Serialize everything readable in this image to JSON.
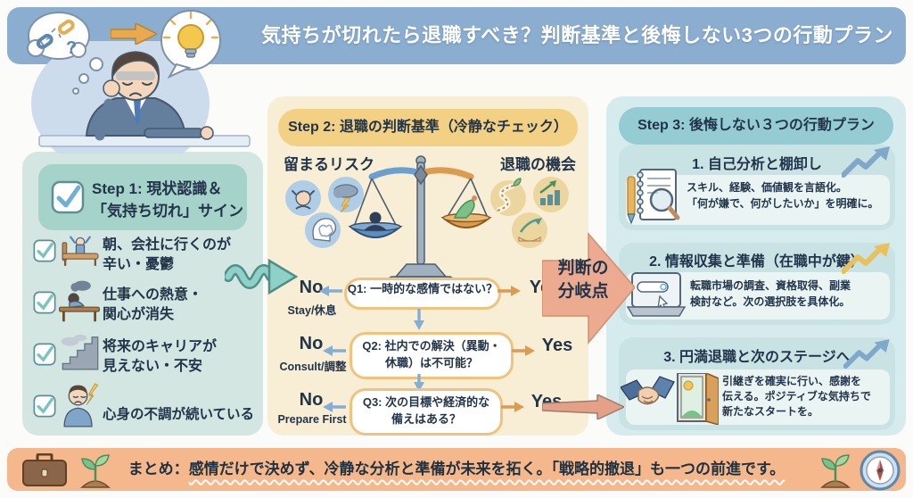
{
  "palette": {
    "header_blue": "#8badd0",
    "step1_panel": "#d3e6e1",
    "step1_pill": "#a5d2c9",
    "step2_panel": "#f8eed5",
    "step2_pill": "#f3d184",
    "step3_panel": "#d6ebee",
    "step3_pill": "#95ccd4",
    "footer_salmon": "#f4b88c",
    "branch_arrow": "#ecab91",
    "no_arrow_blue": "#84aed4",
    "yes_arrow_orange": "#dd9b50",
    "text_navy": "#22344a"
  },
  "header": {
    "title": "気持ちが切れたら退職すべき？判断基準と後悔しない3つの行動プラン",
    "icons": [
      "broken-chain-thought-bubble",
      "transition-arrow",
      "lightbulb-speech-bubble"
    ]
  },
  "step1": {
    "title_line1": "Step 1: 現状認識＆",
    "title_line2": "「気持ち切れ」サイン",
    "items": [
      {
        "icon": "bed-wake-icon",
        "line1": "朝、会社に行くのが",
        "line2": "辛い・憂鬱"
      },
      {
        "icon": "desk-slump-icon",
        "line1": "仕事への熱意・",
        "line2": "関心が消失"
      },
      {
        "icon": "foggy-stairs-icon",
        "line1": "将来のキャリアが",
        "line2": "見えない・不安"
      },
      {
        "icon": "unwell-person-icon",
        "line1": "心身の不調が続いている",
        "line2": ""
      }
    ]
  },
  "step2": {
    "title": "Step 2: 退職の判断基準（冷静なチェック）",
    "left_label": "留まるリスク",
    "right_label": "退職の機会",
    "left_icons": [
      "stressed-person-icon",
      "storm-cloud-icon",
      "brain-icon"
    ],
    "right_icons": [
      "new-path-icon",
      "growth-chart-icon",
      "hand-growth-icon"
    ],
    "questions": [
      {
        "lines": [
          "Q1: 一時的な感情ではない？",
          ""
        ],
        "no_label": "No",
        "no_sub": "Stay/休息",
        "yes_label": "Yes"
      },
      {
        "lines": [
          "Q2: 社内での解決（異動・",
          "休職）は不可能？"
        ],
        "no_label": "No",
        "no_sub": "Consult/調整",
        "yes_label": "Yes"
      },
      {
        "lines": [
          "Q3: 次の目標や経済的な",
          "備えはある？"
        ],
        "no_label": "No",
        "no_sub": "Prepare First",
        "yes_label": "Yes"
      }
    ]
  },
  "branch": {
    "line1": "判断の",
    "line2": "分岐点"
  },
  "step3": {
    "title": "Step 3: 後悔しない３つの行動プラン",
    "plans": [
      {
        "icon": "notebook-magnifier-icon",
        "title": "1. 自己分析と棚卸し",
        "lines": [
          "スキル、経験、価値観を言語化。",
          "「何が嫌で、何がしたいか」を明確に。",
          ""
        ]
      },
      {
        "icon": "laptop-search-icon",
        "title": "2. 情報収集と準備（在職中が鍵）",
        "lines": [
          "転職市場の調査、資格取得、副業",
          "検討など。次の選択肢を具体化。",
          ""
        ]
      },
      {
        "icon": "handshake-door-icon",
        "title": "3. 円満退職と次のステージへ",
        "lines": [
          "引継ぎを確実に行い、感謝を",
          "伝える。ポジティブな気持ちで",
          "新たなスタートを。"
        ]
      }
    ]
  },
  "footer": {
    "prefix": "まとめ：",
    "highlight1": "感情だけで決めず、冷静な分析と準備が未来を拓く。",
    "highlight2": "「戦略的撤退」も一つの前進です。",
    "icons": [
      "briefcase-icon",
      "sprout-icon",
      "sprout-icon",
      "compass-icon"
    ]
  }
}
